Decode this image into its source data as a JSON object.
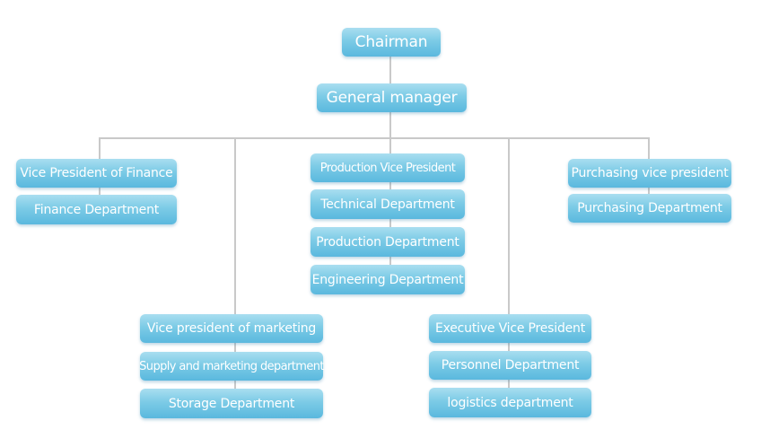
{
  "chart": {
    "chairman": "Chairman",
    "general_manager": "General manager",
    "finance": {
      "vp": "Vice President of Finance",
      "dept": "Finance Department"
    },
    "marketing": {
      "vp": "Vice president of marketing",
      "supply": "Supply and marketing department",
      "storage": "Storage Department"
    },
    "production": {
      "vp": "Production Vice President",
      "technical": "Technical Department",
      "production": "Production Department",
      "engineering": "Engineering Department"
    },
    "executive": {
      "vp": "Executive Vice President",
      "personnel": "Personnel Department",
      "logistics": "logistics department"
    },
    "purchasing": {
      "vp": "Purchasing vice president",
      "dept": "Purchasing Department"
    }
  }
}
